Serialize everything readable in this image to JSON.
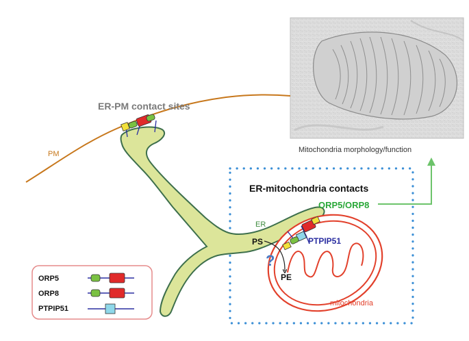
{
  "labels": {
    "er_pm_contacts": "ER-PM contact sites",
    "pm": "PM",
    "er": "ER",
    "er_mito_contacts": "ER-mitochondria contacts",
    "orp5_orp8": "ORP5/ORP8",
    "ptpip51": "PTPIP51",
    "ps": "PS",
    "pe": "PE",
    "question": "?",
    "mitochondria": "mitochondria",
    "micrograph_caption": "Mitochondria morphology/function"
  },
  "legend": {
    "items": [
      {
        "label": "ORP5",
        "protein": "orp5"
      },
      {
        "label": "ORP8",
        "protein": "orp8"
      },
      {
        "label": "PTPIP51",
        "protein": "ptpip51"
      }
    ]
  },
  "colors": {
    "pm_line": "#c7771b",
    "er_fill": "#dce59a",
    "er_stroke": "#3d6f4c",
    "mito": "#e2402b",
    "dotted_box": "#3b8fd6",
    "orp_green": "#29a838",
    "ptpip_blue": "#2a2ea1",
    "question_blue": "#4a7bc4",
    "ph_green": "#7ac142",
    "ord_red": "#e02a2a",
    "ptpip_cyan": "#8fd8ea",
    "yellow_tag": "#f2e13b",
    "legend_border": "#e58a8a"
  }
}
